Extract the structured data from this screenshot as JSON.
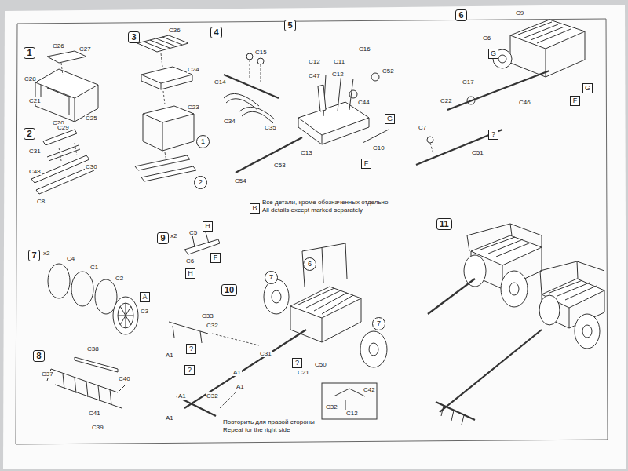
{
  "diagram": {
    "nodes": [
      {
        "text": [
          "1"
        ]
      },
      {
        "text": [
          "2"
        ]
      },
      {
        "text": [
          "3"
        ]
      },
      {
        "text": [
          "4"
        ]
      },
      {
        "text": [
          "5"
        ]
      },
      {
        "text": [
          "6"
        ]
      },
      {
        "text": [
          "1"
        ]
      },
      {
        "text": [
          "2"
        ]
      },
      {
        "text": [
          "G"
        ]
      },
      {
        "text": [
          "F"
        ]
      },
      {
        "text": [
          "G"
        ]
      },
      {
        "text": [
          "G"
        ]
      },
      {
        "text": [
          "F"
        ]
      },
      {
        "text": [
          "?"
        ]
      },
      {
        "text": [
          "B"
        ]
      },
      {
        "text": [
          "7"
        ]
      },
      {
        "text": [
          "A"
        ]
      },
      {
        "text": [
          "8"
        ]
      },
      {
        "text": [
          "9"
        ]
      },
      {
        "text": [
          "H"
        ]
      },
      {
        "text": [
          "F"
        ]
      },
      {
        "text": [
          "H"
        ]
      },
      {
        "text": [
          "10"
        ]
      },
      {
        "text": [
          "7"
        ]
      },
      {
        "text": [
          "6"
        ]
      },
      {
        "text": [
          "7"
        ]
      },
      {
        "text": [
          "?"
        ]
      },
      {
        "text": [
          "?"
        ]
      },
      {
        "text": [
          "?"
        ]
      },
      {
        "text": [
          "11"
        ]
      }
    ],
    "labels": [
      "C26",
      "C27",
      "C28",
      "C25",
      "C20",
      "C21",
      "C29",
      "C31",
      "C48",
      "C30",
      "C8",
      "C36",
      "C24",
      "C23",
      "C15",
      "C14",
      "C34",
      "C35",
      "C12",
      "C47",
      "C11",
      "C16",
      "C12",
      "C52",
      "C44",
      "C10",
      "C53",
      "C54",
      "C13",
      "C9",
      "C6",
      "C17",
      "C22",
      "C46",
      "C7",
      "C51",
      "Все детали, кроме обозначенных отдельно",
      "All details except marked separately",
      "x2",
      "C4",
      "C1",
      "C2",
      "C3",
      "C38",
      "C37",
      "C40",
      "C41",
      "C39",
      "x2",
      "C5",
      "C6",
      "C33",
      "C32",
      "A1",
      "C31",
      "A1",
      "C21",
      "A1",
      "C50",
      "A1",
      "C32",
      "A1",
      "C32",
      "C42",
      "C12",
      "Повторить для правой стороны",
      "Repeat for the right side"
    ]
  }
}
